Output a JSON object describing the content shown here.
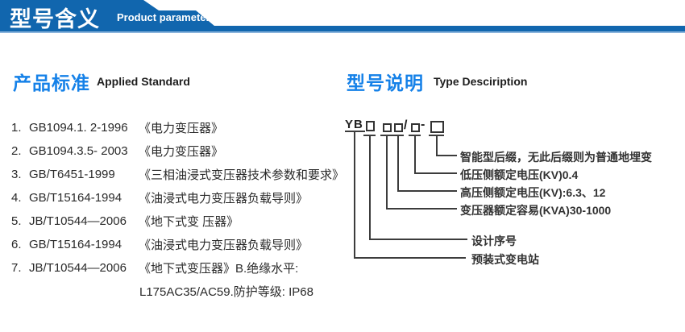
{
  "header": {
    "title_cn": "型号含义",
    "title_en": "Product parameters"
  },
  "colors": {
    "banner_blue": "#1166ae",
    "banner_underline_blue": "#8ab4dc",
    "heading_blue": "#1581e8"
  },
  "left": {
    "heading_cn": "产品标准",
    "heading_en": "Applied Standard",
    "items": [
      {
        "num": "1.",
        "code": "GB1094.1. 2-1996",
        "title": "《电力变压器》"
      },
      {
        "num": "2.",
        "code": "GB1094.3.5- 2003",
        "title": "《电力变压器》"
      },
      {
        "num": "3.",
        "code": "GB/T6451-1999",
        "title": "《三相油浸式变压器技术参数和要求》"
      },
      {
        "num": "4.",
        "code": "GB/T15164-1994",
        "title": "《油浸式电力变压器负载导则》"
      },
      {
        "num": "5.",
        "code": "JB/T10544—2006",
        "title": "《地下式变 压器》"
      },
      {
        "num": "6.",
        "code": "GB/T15164-1994",
        "title": "《油浸式电力变压器负载导则》"
      },
      {
        "num": "7.",
        "code": "JB/T10544—2006",
        "title": "《地下式变压器》B.绝缘水平:"
      }
    ],
    "item7_extra": "L175AC35/AC59.防护等级: IP68"
  },
  "right": {
    "heading_cn": "型号说明",
    "heading_en": "Type Desciription",
    "model": {
      "prefix": "YB",
      "slash": "/",
      "dash": "-"
    },
    "labels": [
      "智能型后缀，无此后缀则为普通地埋变",
      "低压侧额定电压(KV)0.4",
      "高压侧额定电压(KV):6.3、12",
      "变压器额定容易(KVA)30-1000",
      "设计序号",
      "预装式变电站"
    ]
  }
}
